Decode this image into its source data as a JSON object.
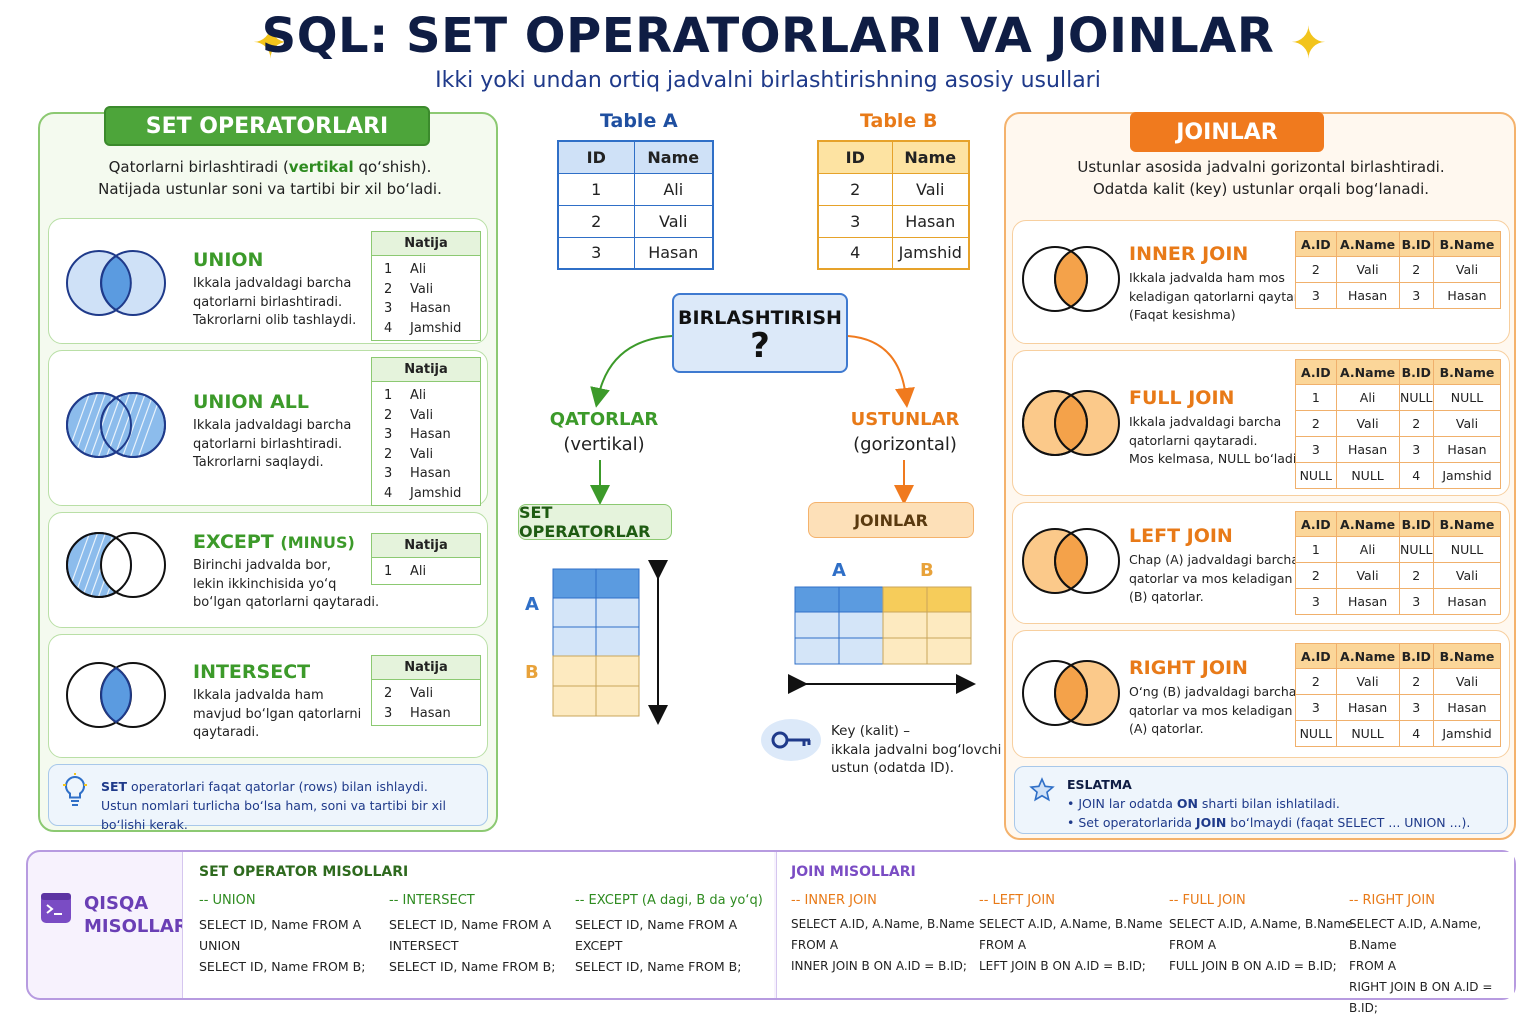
{
  "title": "SQL: SET OPERATORLARI VA JOINLAR",
  "subtitle": "Ikki yoki undan ortiq jadvalni birlashtirishning asosiy usullari",
  "left": {
    "header": "SET OPERATORLARI",
    "intro_1": "Qatorlarni birlashtiradi (",
    "intro_hl": "vertikal",
    "intro_2": " qo‘shish).",
    "intro_3": "Natijada ustunlar soni va tartibi bir xil bo‘ladi.",
    "result_label": "Natija",
    "cards": [
      {
        "title": "UNION",
        "desc": [
          "Ikkala jadvaldagi barcha",
          "qatorlarni birlashtiradi.",
          "Takrorlarni olib tashlaydi."
        ],
        "rows": [
          [
            "1",
            "Ali"
          ],
          [
            "2",
            "Vali"
          ],
          [
            "3",
            "Hasan"
          ],
          [
            "4",
            "Jamshid"
          ]
        ]
      },
      {
        "title": "UNION ALL",
        "desc": [
          "Ikkala jadvaldagi barcha",
          "qatorlarni birlashtiradi.",
          "Takrorlarni saqlaydi."
        ],
        "rows": [
          [
            "1",
            "Ali"
          ],
          [
            "2",
            "Vali"
          ],
          [
            "3",
            "Hasan"
          ],
          [
            "2",
            "Vali"
          ],
          [
            "3",
            "Hasan"
          ],
          [
            "4",
            "Jamshid"
          ]
        ]
      },
      {
        "title": "EXCEPT",
        "title_suffix": "(MINUS)",
        "desc": [
          "Birinchi jadvalda bor,",
          "lekin ikkinchisida yo‘q",
          "bo‘lgan qatorlarni qaytaradi."
        ],
        "rows": [
          [
            "1",
            "Ali"
          ]
        ]
      },
      {
        "title": "INTERSECT",
        "desc": [
          "Ikkala jadvalda ham",
          "mavjud bo‘lgan qatorlarni",
          "qaytaradi."
        ],
        "rows": [
          [
            "2",
            "Vali"
          ],
          [
            "3",
            "Hasan"
          ]
        ]
      }
    ],
    "note_bold": "SET",
    "note_1": " operatorlari faqat qatorlar (rows) bilan ishlaydi.",
    "note_2": "Ustun nomlari turlicha bo‘lsa ham, soni va tartibi bir xil bo‘lishi kerak."
  },
  "tableA": {
    "caption": "Table A",
    "headers": [
      "ID",
      "Name"
    ],
    "rows": [
      [
        "1",
        "Ali"
      ],
      [
        "2",
        "Vali"
      ],
      [
        "3",
        "Hasan"
      ]
    ]
  },
  "tableB": {
    "caption": "Table B",
    "headers": [
      "ID",
      "Name"
    ],
    "rows": [
      [
        "2",
        "Vali"
      ],
      [
        "3",
        "Hasan"
      ],
      [
        "4",
        "Jamshid"
      ]
    ]
  },
  "center": {
    "box_title": "BIRLASHTIRISH",
    "box_q": "?",
    "rows_label": "QATORLAR",
    "rows_sub": "(vertikal)",
    "cols_label": "USTUNLAR",
    "cols_sub": "(gorizontal)",
    "set_pill": "SET OPERATORLAR",
    "join_pill": "JOINLAR",
    "a": "A",
    "b": "B",
    "key_1": "Key (kalit) –",
    "key_2": "ikkala jadvalni bog‘lovchi",
    "key_3": "ustun (odatda ID)."
  },
  "right": {
    "header": "JOINLAR",
    "intro_1": "Ustunlar asosida jadvalni gorizontal birlashtiradi.",
    "intro_2": "Odatda kalit (key) ustunlar orqali bog‘lanadi.",
    "headers": [
      "A.ID",
      "A.Name",
      "B.ID",
      "B.Name"
    ],
    "cards": [
      {
        "title": "INNER JOIN",
        "desc": [
          "Ikkala jadvalda ham mos",
          "keladigan qatorlarni qaytaradi.",
          "(Faqat kesishma)"
        ],
        "rows": [
          [
            "2",
            "Vali",
            "2",
            "Vali"
          ],
          [
            "3",
            "Hasan",
            "3",
            "Hasan"
          ]
        ]
      },
      {
        "title": "FULL JOIN",
        "desc": [
          "Ikkala jadvaldagi barcha",
          "qatorlarni qaytaradi.",
          "Mos kelmasa, NULL bo‘ladi."
        ],
        "rows": [
          [
            "1",
            "Ali",
            "NULL",
            "NULL"
          ],
          [
            "2",
            "Vali",
            "2",
            "Vali"
          ],
          [
            "3",
            "Hasan",
            "3",
            "Hasan"
          ],
          [
            "NULL",
            "NULL",
            "4",
            "Jamshid"
          ]
        ]
      },
      {
        "title": "LEFT JOIN",
        "desc": [
          "Chap (A) jadvaldagi barcha",
          "qatorlar va mos keladigan",
          "(B) qatorlar."
        ],
        "rows": [
          [
            "1",
            "Ali",
            "NULL",
            "NULL"
          ],
          [
            "2",
            "Vali",
            "2",
            "Vali"
          ],
          [
            "3",
            "Hasan",
            "3",
            "Hasan"
          ]
        ]
      },
      {
        "title": "RIGHT JOIN",
        "desc": [
          "O‘ng (B) jadvaldagi barcha",
          "qatorlar va mos keladigan",
          "(A) qatorlar."
        ],
        "rows": [
          [
            "2",
            "Vali",
            "2",
            "Vali"
          ],
          [
            "3",
            "Hasan",
            "3",
            "Hasan"
          ],
          [
            "NULL",
            "NULL",
            "4",
            "Jamshid"
          ]
        ]
      }
    ],
    "note_title": "ESLATMA",
    "note_1a": "• JOIN lar odatda ",
    "note_1b": "ON",
    "note_1c": " sharti bilan ishlatiladi.",
    "note_2a": "• Set operatorlarida ",
    "note_2b": "JOIN",
    "note_2c": " bo‘lmaydi (faqat SELECT ... UNION ...)."
  },
  "bottom": {
    "label_1": "QISQA",
    "label_2": "MISOLLAR",
    "set_title": "SET OPERATOR MISOLLARI",
    "join_title": "JOIN MISOLLARI",
    "set_examples": [
      {
        "h": "-- UNION",
        "l": [
          "SELECT ID, Name FROM A",
          "UNION",
          "SELECT ID, Name FROM B;"
        ]
      },
      {
        "h": "-- INTERSECT",
        "l": [
          "SELECT  ID, Name FROM A",
          "INTERSECT",
          "SELECT  ID, Name FROM B;"
        ]
      },
      {
        "h": "-- EXCEPT (A dagi, B da yo‘q)",
        "l": [
          "SELECT  ID, Name FROM A",
          "EXCEPT",
          "SELECT  ID, Name FROM B;"
        ]
      }
    ],
    "join_examples": [
      {
        "h": "-- INNER JOIN",
        "l": [
          "SELECT A.ID, A.Name, B.Name",
          "FROM A",
          "INNER JOIN B ON A.ID = B.ID;"
        ]
      },
      {
        "h": "-- LEFT JOIN",
        "l": [
          "SELECT A.ID, A.Name, B.Name",
          "FROM A",
          "LEFT JOIN B ON A.ID = B.ID;"
        ]
      },
      {
        "h": "-- FULL JOIN",
        "l": [
          "SELECT A.ID, A.Name, B.Name",
          "FROM A",
          "FULL JOIN B ON A.ID = B.ID;"
        ]
      },
      {
        "h": "-- RIGHT JOIN",
        "l": [
          "SELECT A.ID, A.Name, B.Name",
          "FROM A",
          "RIGHT JOIN B ON A.ID = B.ID;"
        ]
      }
    ]
  },
  "colors": {
    "green": "#4da53a",
    "orange": "#f07a1e",
    "blue": "#2f6fc7",
    "navy": "#0f1d44",
    "purple": "#7a4cc4"
  }
}
